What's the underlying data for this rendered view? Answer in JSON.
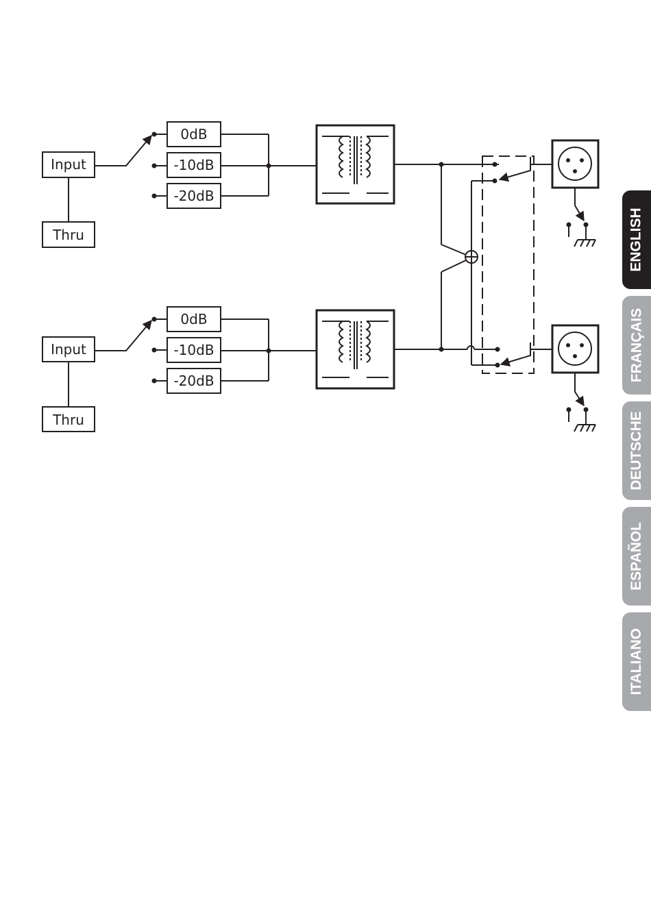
{
  "diagram": {
    "channels": [
      {
        "input_label": "Input",
        "thru_label": "Thru",
        "levels": [
          "0dB",
          "-10dB",
          "-20dB"
        ]
      },
      {
        "input_label": "Input",
        "thru_label": "Thru",
        "levels": [
          "0dB",
          "-10dB",
          "-20dB"
        ]
      }
    ]
  },
  "language_tabs": [
    {
      "label": "ENGLISH",
      "active": true
    },
    {
      "label": "FRANÇAIS",
      "active": false
    },
    {
      "label": "DEUTSCHE",
      "active": false
    },
    {
      "label": "ESPAÑOL",
      "active": false
    },
    {
      "label": "ITALIANO",
      "active": false
    }
  ],
  "colors": {
    "ink": "#231f20",
    "tab_active": "#231f20",
    "tab_inactive": "#a7a9ac"
  }
}
